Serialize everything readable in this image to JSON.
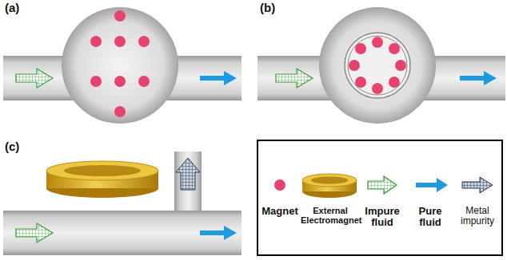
{
  "diagram": {
    "labels": [
      "(a)",
      "(b)",
      "(c)"
    ],
    "legend": [
      {
        "text": "Magnet",
        "color": "#e8436e"
      },
      {
        "text": "External Electromagnet"
      },
      {
        "text": "Impure fluid"
      },
      {
        "text": "Pure fluid"
      },
      {
        "text": "Metal impurity"
      }
    ]
  }
}
